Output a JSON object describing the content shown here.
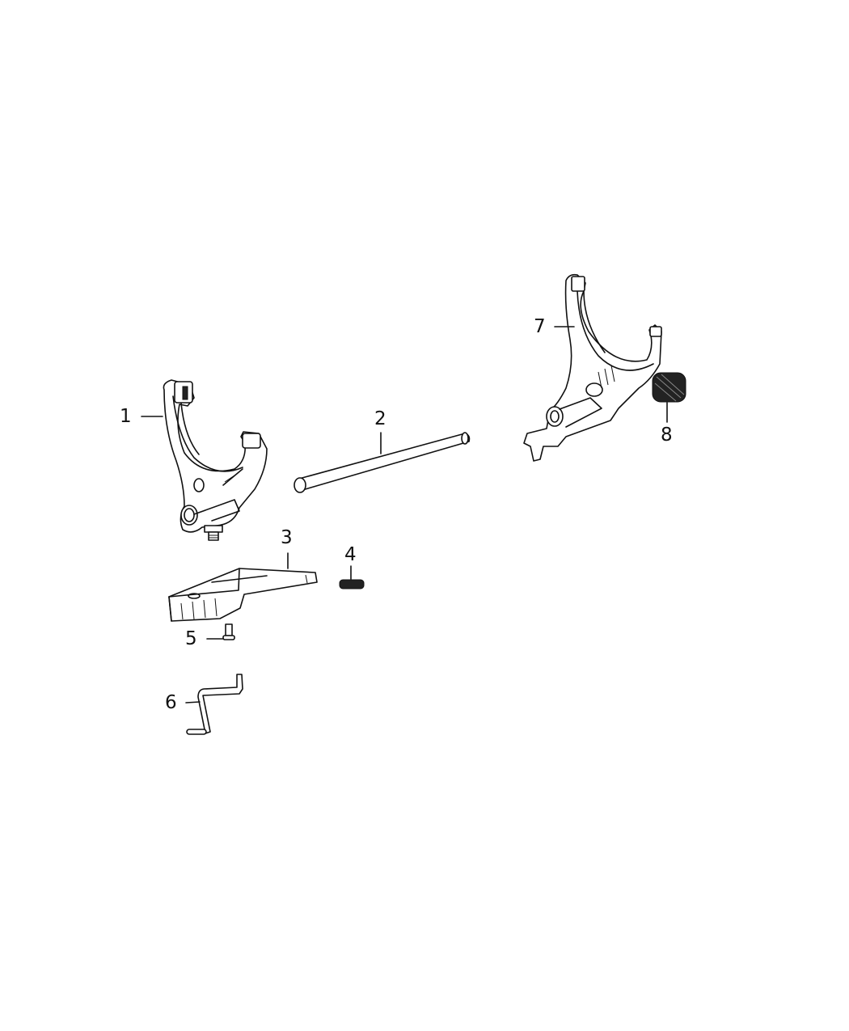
{
  "diagram": {
    "type": "exploded-parts-diagram",
    "parts": [
      {
        "callout": "1",
        "name": "shift-fork-left"
      },
      {
        "callout": "2",
        "name": "shift-rail"
      },
      {
        "callout": "3",
        "name": "shift-lever-bracket"
      },
      {
        "callout": "4",
        "name": "spring-small"
      },
      {
        "callout": "5",
        "name": "pin"
      },
      {
        "callout": "6",
        "name": "bent-rod"
      },
      {
        "callout": "7",
        "name": "shift-fork-right"
      },
      {
        "callout": "8",
        "name": "coil-spring"
      }
    ]
  }
}
